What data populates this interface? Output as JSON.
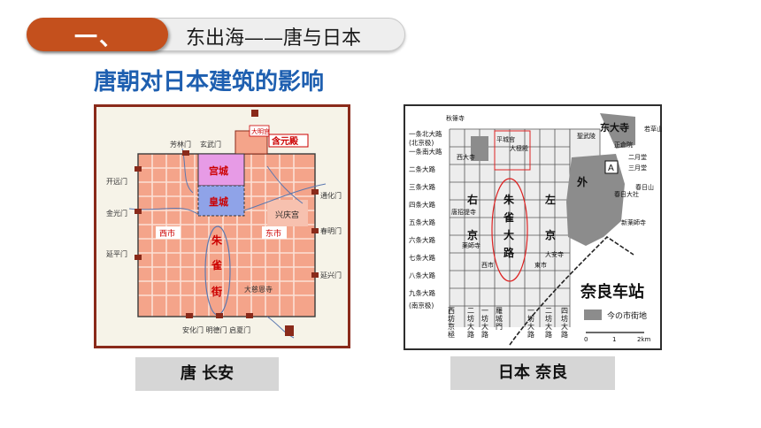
{
  "banner": {
    "number": "一、",
    "title": "东出海——唐与日本"
  },
  "heading": "唐朝对日本建筑的影响",
  "left_map": {
    "labels": {
      "hanyuan": "含元殿",
      "damingong": "大明宫",
      "fanglin": "芳林门",
      "xuanwu": "玄武门",
      "gongcheng": "宫城",
      "huangcheng": "皇城",
      "kaiyuan": "开远门",
      "jinguang": "金光门",
      "yanping": "延平门",
      "tonghua": "通化门",
      "chunming": "春明门",
      "yanxing": "延兴门",
      "xingqing": "兴庆宫",
      "xishi": "西市",
      "dongshi": "东市",
      "zhu": "朱",
      "que": "雀",
      "jie": "街",
      "ciensi": "大慈恩寺",
      "bottom_gates": "安化门  明德门  启夏门"
    }
  },
  "right_map": {
    "labels": {
      "qiuxinsi": "秋篠寺",
      "pingcheng": "平城宫",
      "dajidian": "大極殿",
      "xidasi": "西大寺",
      "shengwuling": "聖武陵",
      "dongdasi": "东大寺",
      "zhengcangyuan": "正倉院",
      "ruocao": "若草山",
      "eryuetang": "二月堂",
      "sanyuetang": "三月堂",
      "chunri_shan": "春日山",
      "chunri_she": "春日大社",
      "xinyaoshi": "新薬師寺",
      "tangzhaoti": "唐招提寺",
      "yaoshisi": "薬師寺",
      "xishi": "西市",
      "dongshi": "東市",
      "daansi": "大安寺",
      "you": "右",
      "jing_l": "京",
      "zuo": "左",
      "jing_r": "京",
      "wai": "外",
      "zhuquelu": [
        "朱",
        "雀",
        "大",
        "路"
      ],
      "station": "奈良车站",
      "legend_text": "今の市街地",
      "scale": [
        "0",
        "1",
        "2km"
      ],
      "streets": [
        "一条北大路",
        "(北京极)",
        "一条南大路",
        "二条大路",
        "三条大路",
        "四条大路",
        "五条大路",
        "六条大路",
        "七条大路",
        "八条大路",
        "九条大路",
        "(南京极)"
      ],
      "bottom_cols": [
        [
          "西",
          "坊",
          "京",
          "極"
        ],
        [
          "二",
          "坊",
          "大",
          "路"
        ],
        [
          "一",
          "坊",
          "大",
          "路"
        ],
        [
          "羅",
          "城",
          "門"
        ],
        [
          "一",
          "坊",
          "大",
          "路"
        ],
        [
          "二",
          "坊",
          "大",
          "路"
        ],
        [
          "四",
          "坊",
          "大",
          "路"
        ]
      ],
      "marker_a": "A"
    }
  },
  "captions": {
    "left": "唐 长安",
    "right": "日本 奈良"
  }
}
